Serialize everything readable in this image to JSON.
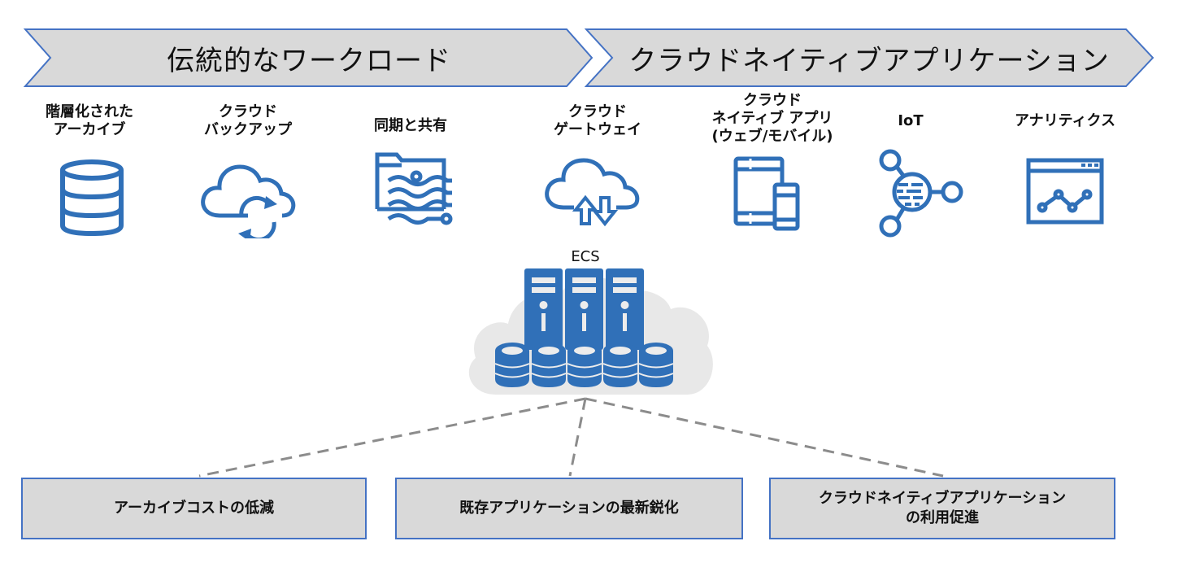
{
  "colors": {
    "chevron_fill": "#d9d9d9",
    "chevron_border": "#4472c4",
    "icon_blue": "#3070b8",
    "cloud_gray": "#e8e8e8",
    "connector_gray": "#8c8c8c"
  },
  "chevrons": [
    {
      "label": "伝統的なワークロード"
    },
    {
      "label": "クラウドネイティブアプリケーション"
    }
  ],
  "categories": [
    {
      "label": "階層化された\nアーカイブ",
      "icon": "database-icon"
    },
    {
      "label": "クラウド\nバックアップ",
      "icon": "cloud-sync-icon"
    },
    {
      "label": "同期と共有",
      "icon": "folder-share-icon"
    },
    {
      "label": "クラウド\nゲートウェイ",
      "icon": "cloud-upload-download-icon"
    },
    {
      "label": "クラウド\nネイティブ アプリ\n(ウェブ/モバイル)",
      "icon": "tablet-phone-icon"
    },
    {
      "label": "IoT",
      "icon": "iot-hub-icon"
    },
    {
      "label": "アナリティクス",
      "icon": "analytics-window-icon"
    }
  ],
  "center": {
    "label": "ECS",
    "icon": "servers-storage-cloud-icon"
  },
  "outcomes": [
    {
      "label": "アーカイブコストの低減"
    },
    {
      "label": "既存アプリケーションの最新鋭化"
    },
    {
      "label": "クラウドネイティブアプリケーション\nの利用促進"
    }
  ]
}
